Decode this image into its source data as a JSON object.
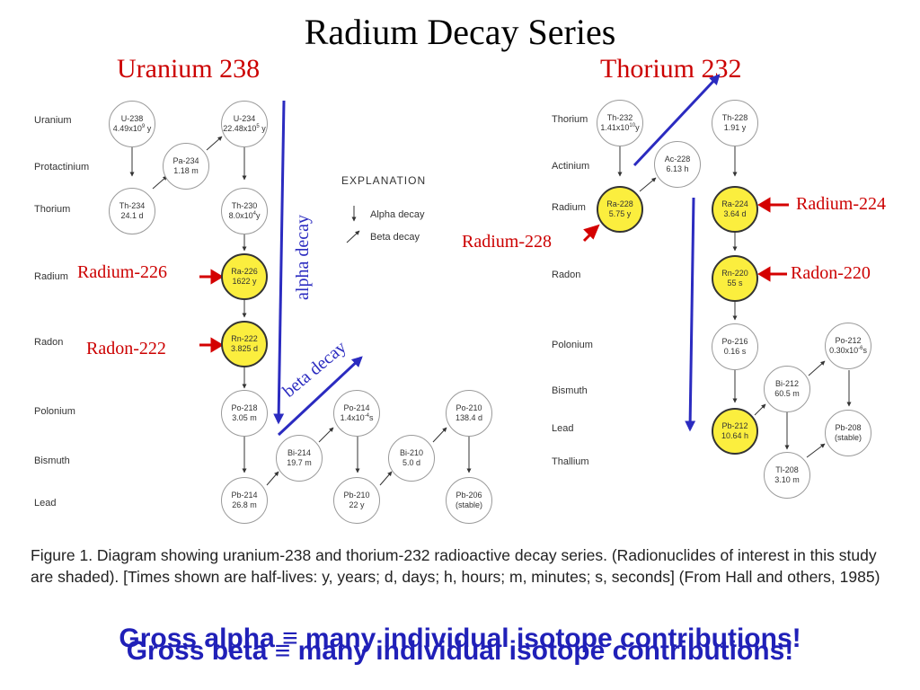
{
  "title": "Radium Decay Series",
  "uranium_series_title": "Uranium 238",
  "thorium_series_title": "Thorium 232",
  "left_rows": {
    "uranium": "Uranium",
    "protactinium": "Protactinium",
    "thorium": "Thorium",
    "radium": "Radium",
    "radon": "Radon",
    "polonium": "Polonium",
    "bismuth": "Bismuth",
    "lead": "Lead"
  },
  "right_rows": {
    "thorium": "Thorium",
    "actinium": "Actinium",
    "radium": "Radium",
    "radon": "Radon",
    "polonium": "Polonium",
    "bismuth": "Bismuth",
    "lead": "Lead",
    "thallium": "Thallium"
  },
  "nodes": {
    "u238": {
      "name": "U-238",
      "half_life": "4.49x10",
      "exp": "9",
      "unit": "y"
    },
    "u234": {
      "name": "U-234",
      "half_life": "22.48x10",
      "exp": "5",
      "unit": "y"
    },
    "pa234": {
      "name": "Pa-234",
      "half_life": "1.18  m"
    },
    "th234": {
      "name": "Th-234",
      "half_life": "24.1  d"
    },
    "th230": {
      "name": "Th-230",
      "half_life": "8.0x10",
      "exp": "4",
      "unit": "y"
    },
    "ra226": {
      "name": "Ra-226",
      "half_life": "1622  y"
    },
    "rn222": {
      "name": "Rn-222",
      "half_life": "3.825  d"
    },
    "po218": {
      "name": "Po-218",
      "half_life": "3.05  m"
    },
    "pb214": {
      "name": "Pb-214",
      "half_life": "26.8  m"
    },
    "bi214": {
      "name": "Bi-214",
      "half_life": "19.7  m"
    },
    "po214": {
      "name": "Po-214",
      "half_life": "1.4x10",
      "exp": "-4",
      "unit": "s"
    },
    "pb210": {
      "name": "Pb-210",
      "half_life": "22  y"
    },
    "bi210": {
      "name": "Bi-210",
      "half_life": "5.0  d"
    },
    "po210": {
      "name": "Po-210",
      "half_life": "138.4  d"
    },
    "pb206": {
      "name": "Pb-206",
      "half_life": "(stable)"
    },
    "th232": {
      "name": "Th-232",
      "half_life": "1.41x10",
      "exp": "10",
      "unit": "y"
    },
    "th228": {
      "name": "Th-228",
      "half_life": "1.91  y"
    },
    "ac228": {
      "name": "Ac-228",
      "half_life": "6.13  h"
    },
    "ra228": {
      "name": "Ra-228",
      "half_life": "5.75  y"
    },
    "ra224": {
      "name": "Ra-224",
      "half_life": "3.64  d"
    },
    "rn220": {
      "name": "Rn-220",
      "half_life": "55  s"
    },
    "po216": {
      "name": "Po-216",
      "half_life": "0.16  s"
    },
    "pb212": {
      "name": "Pb-212",
      "half_life": "10.64  h"
    },
    "bi212": {
      "name": "Bi-212",
      "half_life": "60.5  m"
    },
    "po212": {
      "name": "Po-212",
      "half_life": "0.30x10",
      "exp": "-6",
      "unit": "s"
    },
    "pb208": {
      "name": "Pb-208",
      "half_life": "(stable)"
    },
    "tl208": {
      "name": "Tl-208",
      "half_life": "3.10  m"
    }
  },
  "callouts": {
    "ra226": "Radium-226",
    "rn222": "Radon-222",
    "ra228": "Radium-228",
    "ra224": "Radium-224",
    "rn220": "Radon-220"
  },
  "explanation": {
    "title": "EXPLANATION",
    "alpha": "Alpha decay",
    "beta": "Beta decay"
  },
  "arrow_labels": {
    "alpha": "alpha decay",
    "beta": "beta decay"
  },
  "caption": "Figure 1. Diagram showing uranium-238 and thorium-232 radioactive decay series. (Radionuclides of interest in this study are shaded). [Times shown are half-lives: y, years; d, days; h, hours; m, minutes; s, seconds] (From Hall and others, 1985)",
  "gross_alpha": "Gross alpha ≡ many individual isotope contributions!",
  "gross_beta": "Gross beta ≡ many individual isotope contributions!",
  "colors": {
    "highlight": "#fbee3e",
    "callout_red": "#cc0000",
    "arrow_blue": "#2b2bc0"
  }
}
